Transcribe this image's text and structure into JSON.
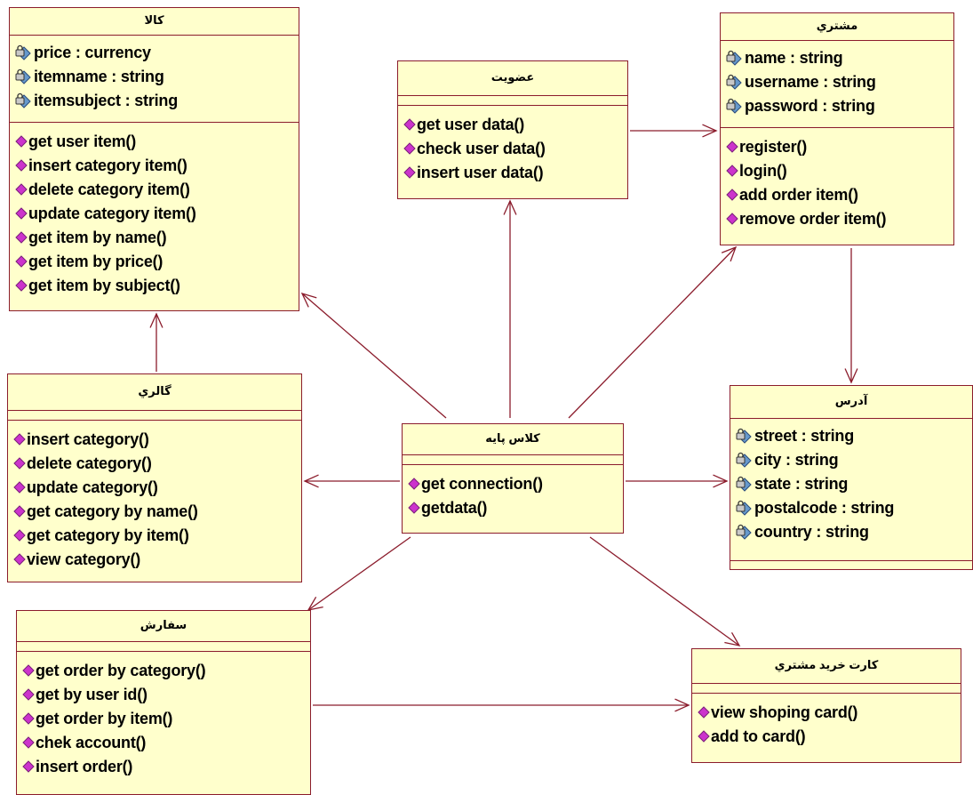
{
  "classes": {
    "kala": {
      "name": "کالا",
      "attributes": [
        "price : currency",
        "itemname : string",
        "itemsubject : string"
      ],
      "operations": [
        "get user item()",
        "insert category item()",
        "delete category item()",
        "update category item()",
        "get item by name()",
        "get item by price()",
        "get item by subject()"
      ]
    },
    "ozviat": {
      "name": "عضویت",
      "attributes": [],
      "operations": [
        "get user data()",
        "check user data()",
        "insert user data()"
      ]
    },
    "moshtari": {
      "name": "مشتري",
      "attributes": [
        "name : string",
        "username : string",
        "password : string"
      ],
      "operations": [
        "register()",
        "login()",
        "add order item()",
        "remove order item()"
      ]
    },
    "gallery": {
      "name": "گالري",
      "attributes": [],
      "operations": [
        "insert category()",
        "delete category()",
        "update category()",
        "get category by name()",
        "get category by item()",
        "view category()"
      ]
    },
    "base": {
      "name": "کلاس پایه",
      "attributes": [],
      "operations": [
        "get connection()",
        "getdata()"
      ]
    },
    "address": {
      "name": "آدرس",
      "attributes": [
        "street : string",
        "city : string",
        "state : string",
        "postalcode : string",
        "country : string"
      ],
      "operations": []
    },
    "sefaresh": {
      "name": "سفارش",
      "attributes": [],
      "operations": [
        "get order by category()",
        "get by user id()",
        "get order by item()",
        "chek account()",
        "insert order()"
      ]
    },
    "cart": {
      "name": "کارت خريد مشتري",
      "attributes": [],
      "operations": [
        "view shoping card()",
        "add to card()"
      ]
    }
  },
  "colors": {
    "box_fill": "#ffffcc",
    "border": "#8b1c2c",
    "arrow": "#8b1c2c",
    "operation_icon": "#cc33cc",
    "attribute_icon": "#6699cc"
  },
  "icons": {
    "attribute": "private-attribute-lock-icon",
    "operation": "public-operation-diamond-icon"
  }
}
